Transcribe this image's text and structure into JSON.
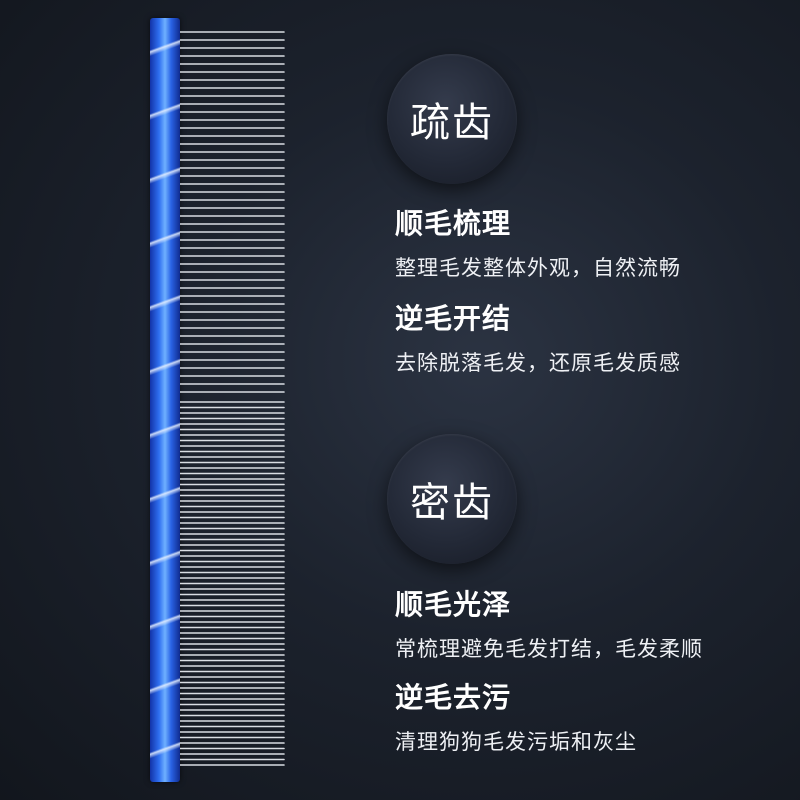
{
  "colors": {
    "background": "#1c222d",
    "comb_spine": "#2f6ff0",
    "comb_teeth": "#d9dde3",
    "badge": "#232937",
    "text": "#ffffff"
  },
  "comb": {
    "spine_icon": "blue-spiral-handle-icon",
    "teeth_icon": "steel-teeth-icon"
  },
  "sections": [
    {
      "badge": "疏齿",
      "features": [
        {
          "title": "顺毛梳理",
          "desc": "整理毛发整体外观，自然流畅"
        },
        {
          "title": "逆毛开结",
          "desc": "去除脱落毛发，还原毛发质感"
        }
      ]
    },
    {
      "badge": "密齿",
      "features": [
        {
          "title": "顺毛光泽",
          "desc": "常梳理避免毛发打结，毛发柔顺"
        },
        {
          "title": "逆毛去污",
          "desc": "清理狗狗毛发污垢和灰尘"
        }
      ]
    }
  ]
}
